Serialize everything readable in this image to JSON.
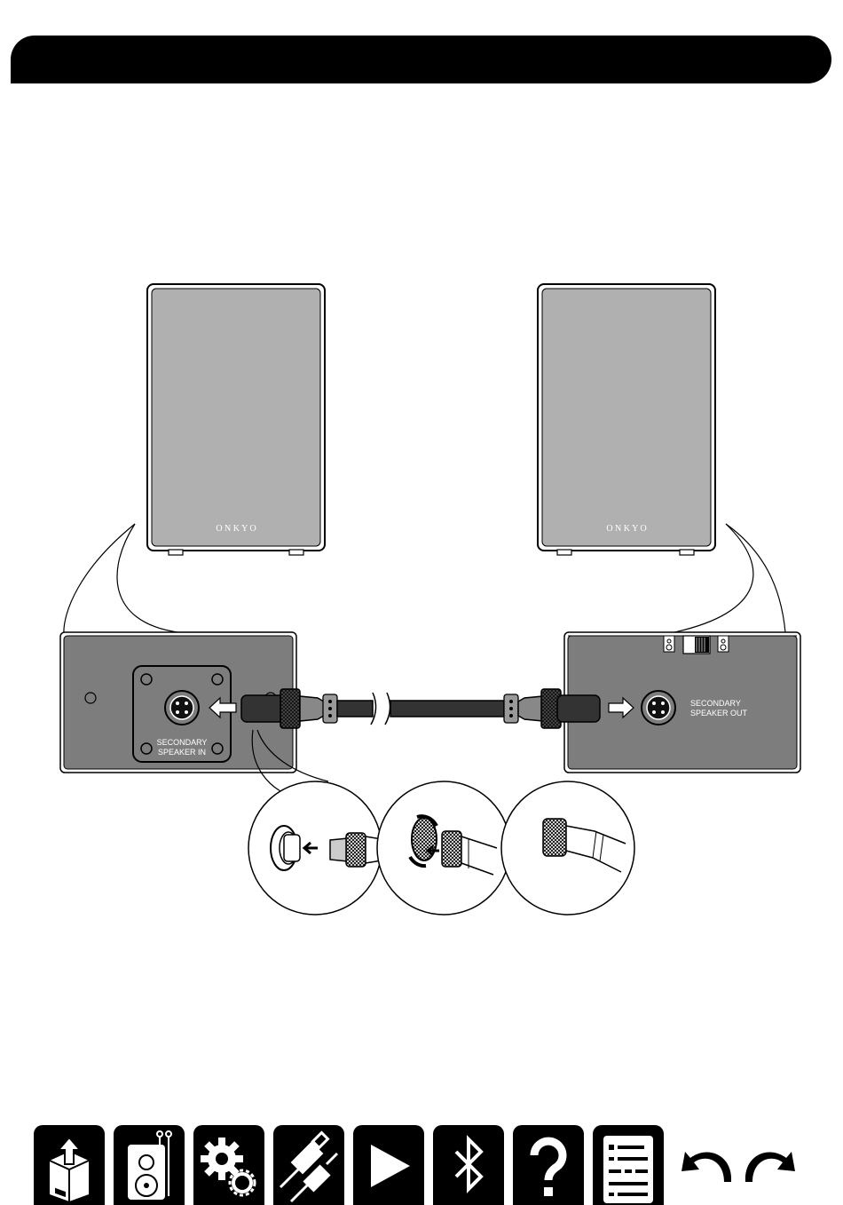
{
  "diagram": {
    "left_speaker": {
      "brand": "O N K Y O"
    },
    "right_speaker": {
      "brand": "O N K Y O"
    },
    "left_panel": {
      "jack_label_line1": "SECONDARY",
      "jack_label_line2": "SPEAKER IN"
    },
    "right_panel": {
      "jack_label_line1": "SECONDARY",
      "jack_label_line2": "SPEAKER OUT"
    }
  },
  "nav": {
    "items": [
      {
        "icon": "box-icon"
      },
      {
        "icon": "speaker-icon"
      },
      {
        "icon": "gears-icon"
      },
      {
        "icon": "cables-icon"
      },
      {
        "icon": "play-icon"
      },
      {
        "icon": "bluetooth-icon"
      },
      {
        "icon": "question-icon"
      },
      {
        "icon": "list-icon"
      },
      {
        "icon": "undo-icon"
      },
      {
        "icon": "redo-icon"
      }
    ]
  },
  "colors": {
    "header": "#000000",
    "speaker_face": "#b0b0b0",
    "panel": "#7d7d7d",
    "line": "#000000"
  }
}
